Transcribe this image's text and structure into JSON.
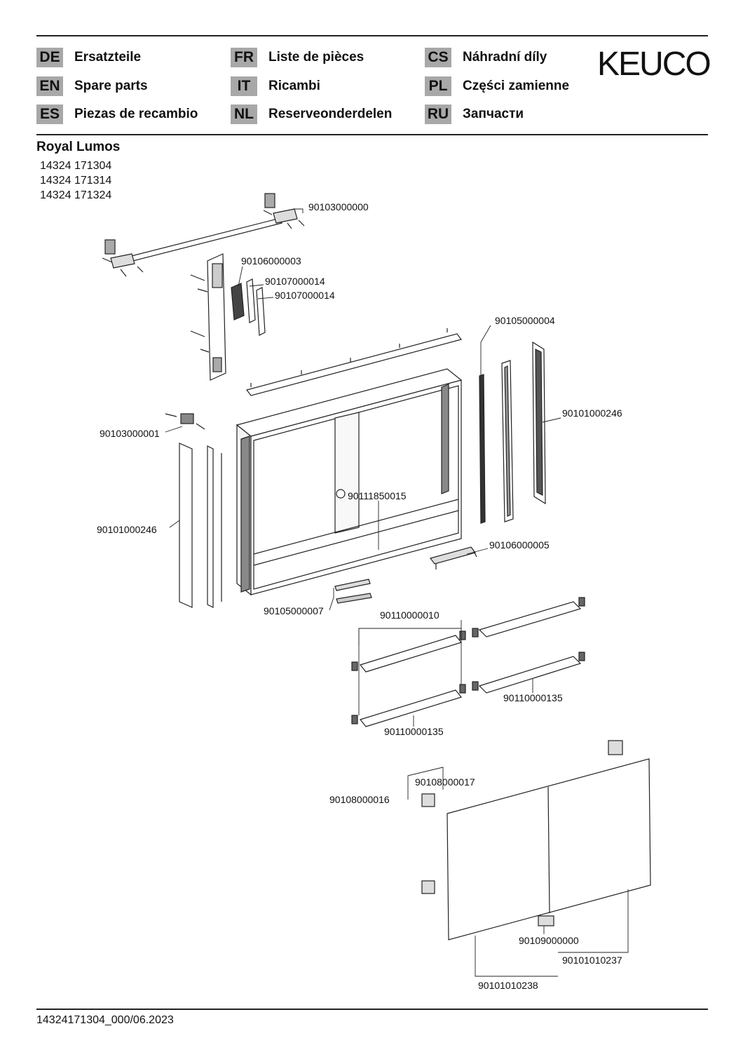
{
  "header": {
    "languages": [
      {
        "code": "DE",
        "label": "Ersatzteile"
      },
      {
        "code": "EN",
        "label": "Spare parts"
      },
      {
        "code": "ES",
        "label": "Piezas de recambio"
      },
      {
        "code": "FR",
        "label": "Liste de pièces"
      },
      {
        "code": "IT",
        "label": "Ricambi"
      },
      {
        "code": "NL",
        "label": "Reserveonderdelen"
      },
      {
        "code": "CS",
        "label": "Náhradní díly"
      },
      {
        "code": "PL",
        "label": "Części zamienne"
      },
      {
        "code": "RU",
        "label": "Запчасти"
      }
    ],
    "logo": "KEUCO"
  },
  "product": {
    "name": "Royal Lumos",
    "articles": [
      "14324 171304",
      "14324 171314",
      "14324 171324"
    ]
  },
  "parts": {
    "top_profile": "90103000000",
    "control_unit": "90106000003",
    "cover_a": "90107000014",
    "cover_b": "90107000014",
    "top_light": "90105000004",
    "side_panel_right": "90101000246",
    "mount_bracket": "90103000001",
    "side_panel_left": "90101000246",
    "cabinet_body": "90111850015",
    "socket_strip": "90106000005",
    "bottom_light": "90105000007",
    "glass_shelf_set": "90110000010",
    "glass_shelf_right": "90110000135",
    "glass_shelf_left": "90110000135",
    "hinge_a": "90108000017",
    "hinge_b": "90108000016",
    "door_handle": "90109000000",
    "door_right": "90101010237",
    "door_left": "90101010238"
  },
  "footer": {
    "document_code": "14324171304_000/06.2023"
  },
  "colors": {
    "code_badge": "#a8a8a8",
    "line": "#222222"
  }
}
